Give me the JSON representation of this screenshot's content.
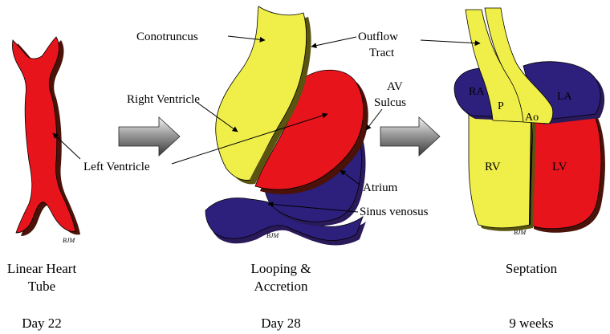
{
  "colors": {
    "red": "#e8141c",
    "yellow": "#f0ef4a",
    "blue": "#2d1f7c",
    "shadow": "#4a1208",
    "outline": "#000000"
  },
  "stage1": {
    "caption_line1": "Linear Heart",
    "caption_line2": "Tube",
    "day": "Day 22",
    "signature": "BJM"
  },
  "stage2": {
    "caption_line1": "Looping &",
    "caption_line2": "Accretion",
    "day": "Day 28",
    "signature": "BJM"
  },
  "stage3": {
    "caption_line1": "Septation",
    "day": "9 weeks",
    "signature": "BJM"
  },
  "labels": {
    "conotruncus": "Conotruncus",
    "outflow_line1": "Outflow",
    "outflow_line2": "Tract",
    "right_ventricle": "Right Ventricle",
    "av_line1": "AV",
    "av_line2": "Sulcus",
    "left_ventricle": "Left Ventricle",
    "atrium": "Atrium",
    "sinus_venosus": "Sinus venosus"
  },
  "chambers": {
    "ra": "RA",
    "la": "LA",
    "p": "P",
    "ao": "Ao",
    "rv": "RV",
    "lv": "LV"
  }
}
